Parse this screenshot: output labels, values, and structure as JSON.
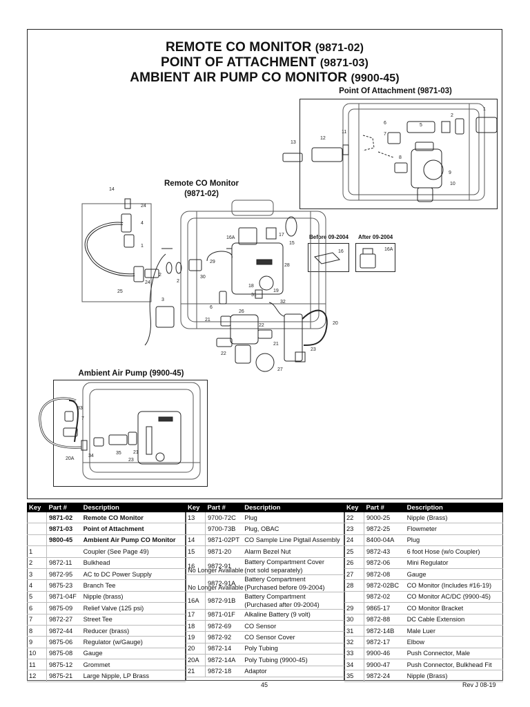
{
  "titles": {
    "line1": "REMOTE CO MONITOR",
    "line1_pn": "(9871-02)",
    "line2": "POINT OF ATTACHMENT",
    "line2_pn": "(9871-03)",
    "line3": "AMBIENT AIR PUMP CO MONITOR",
    "line3_pn": "(9900-45)"
  },
  "labels": {
    "poa": "Point Of Attachment (9871-03)",
    "remote1": "Remote CO Monitor",
    "remote2": "(9871-02)",
    "ambient": "Ambient Air Pump (9900-45)",
    "before": "Before 09-2004",
    "after": "After 09-2004"
  },
  "callouts": [
    "1",
    "2",
    "3",
    "4",
    "5",
    "6",
    "7",
    "8",
    "9",
    "10",
    "11",
    "12",
    "13",
    "14",
    "15",
    "16",
    "16A",
    "17",
    "18",
    "19",
    "20",
    "20A",
    "21",
    "22",
    "23",
    "24",
    "25",
    "26",
    "27",
    "28",
    "29",
    "30",
    "31",
    "32",
    "33",
    "34",
    "35"
  ],
  "table_headers": {
    "key": "Key",
    "part": "Part #",
    "desc": "Description"
  },
  "col1": [
    {
      "key": "",
      "part": "9871-02",
      "desc": "Remote CO Monitor",
      "bold": true
    },
    {
      "key": "",
      "part": "9871-03",
      "desc": "Point of Attachment",
      "bold": true
    },
    {
      "key": "",
      "part": "9800-45",
      "desc": "Ambient Air Pump CO Monitor",
      "bold": true
    },
    {
      "key": "1",
      "part": "",
      "desc": "Coupler (See Page 49)"
    },
    {
      "key": "2",
      "part": "9872-11",
      "desc": "Bulkhead"
    },
    {
      "key": "3",
      "part": "9872-95",
      "desc": "AC to DC Power Supply"
    },
    {
      "key": "4",
      "part": "9875-23",
      "desc": "Branch Tee"
    },
    {
      "key": "5",
      "part": "9871-04F",
      "desc": "Nipple (brass)"
    },
    {
      "key": "6",
      "part": "9875-09",
      "desc": "Relief Valve (125 psi)"
    },
    {
      "key": "7",
      "part": "9872-27",
      "desc": "Street Tee"
    },
    {
      "key": "8",
      "part": "9872-44",
      "desc": "Reducer (brass)"
    },
    {
      "key": "9",
      "part": "9875-06",
      "desc": "Regulator (w/Gauge)"
    },
    {
      "key": "10",
      "part": "9875-08",
      "desc": "Gauge"
    },
    {
      "key": "11",
      "part": "9875-12",
      "desc": "Grommet"
    },
    {
      "key": "12",
      "part": "9875-21",
      "desc": "Large Nipple, LP Brass"
    }
  ],
  "col2": [
    {
      "key": "13",
      "part": "9700-72C",
      "desc": "Plug"
    },
    {
      "key": "",
      "part": "9700-73B",
      "desc": "Plug, OBAC"
    },
    {
      "key": "14",
      "part": "9871-02PT",
      "desc": "CO Sample Line Pigtail Assembly"
    },
    {
      "key": "15",
      "part": "9871-20",
      "desc": "Alarm Bezel Nut"
    },
    {
      "key": "16",
      "part": "9872-91",
      "desc": "Battery Compartment Cover",
      "note": "No Longer Available",
      "desc2": "(not sold separately)"
    },
    {
      "key": "",
      "part": "9872-91A",
      "desc": "Battery Compartment",
      "note": "No Longer Available",
      "desc2": "(Purchased before 09-2004)"
    },
    {
      "key": "16A",
      "part": "9872-91B",
      "desc": "Battery Compartment",
      "desc2": "(Purchased after 09-2004)"
    },
    {
      "key": "17",
      "part": "9871-01F",
      "desc": "Alkaline Battery (9 volt)"
    },
    {
      "key": "18",
      "part": "9872-69",
      "desc": "CO Sensor"
    },
    {
      "key": "19",
      "part": "9872-92",
      "desc": "CO Sensor Cover"
    },
    {
      "key": "20",
      "part": "9872-14",
      "desc": "Poly Tubing"
    },
    {
      "key": "20A",
      "part": "9872-14A",
      "desc": "Poly Tubing (9900-45)"
    },
    {
      "key": "21",
      "part": "9872-18",
      "desc": "Adaptor"
    }
  ],
  "col3": [
    {
      "key": "22",
      "part": "9000-25",
      "desc": "Nipple (Brass)"
    },
    {
      "key": "23",
      "part": "9872-25",
      "desc": "Flowmeter"
    },
    {
      "key": "24",
      "part": "8400-04A",
      "desc": "Plug"
    },
    {
      "key": "25",
      "part": "9872-43",
      "desc": "6 foot Hose (w/o Coupler)"
    },
    {
      "key": "26",
      "part": "9872-06",
      "desc": "Mini Regulator"
    },
    {
      "key": "27",
      "part": "9872-08",
      "desc": "Gauge"
    },
    {
      "key": "28",
      "part": "9872-02BC",
      "desc": "CO Monitor (Includes #16-19)"
    },
    {
      "key": "",
      "part": "9872-02",
      "desc": "CO Monitor AC/DC (9900-45)"
    },
    {
      "key": "29",
      "part": "9865-17",
      "desc": "CO Monitor Bracket"
    },
    {
      "key": "30",
      "part": "9872-88",
      "desc": "DC Cable Extension"
    },
    {
      "key": "31",
      "part": "9872-14B",
      "desc": "Male Luer"
    },
    {
      "key": "32",
      "part": "9872-17",
      "desc": "Elbow"
    },
    {
      "key": "33",
      "part": "9900-46",
      "desc": "Push Connector, Male"
    },
    {
      "key": "34",
      "part": "9900-47",
      "desc": "Push Connector, Bulkhead Fit"
    },
    {
      "key": "35",
      "part": "9872-24",
      "desc": "Nipple (Brass)"
    }
  ],
  "footer": {
    "page": "45",
    "rev": "Rev J 08-19"
  },
  "colors": {
    "line": "#222222",
    "case": "#555555",
    "header_bg": "#000000"
  }
}
